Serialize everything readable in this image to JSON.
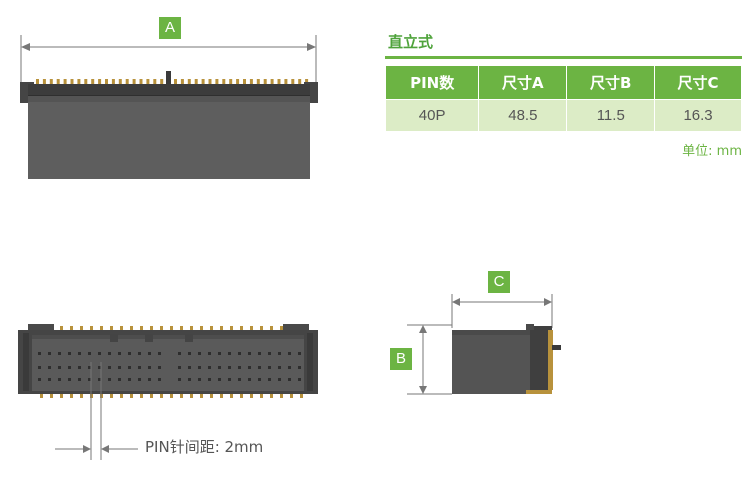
{
  "labels": {
    "a": "A",
    "b": "B",
    "c": "C"
  },
  "table": {
    "title": "直立式",
    "headers": [
      "PIN数",
      "尺寸A",
      "尺寸B",
      "尺寸C"
    ],
    "rows": [
      [
        "40P",
        "48.5",
        "11.5",
        "16.3"
      ]
    ],
    "unit_note": "单位: mm"
  },
  "pitch_label": "PIN针间距: 2mm",
  "colors": {
    "accent": "#6cb443",
    "table_cell": "#dcecc6",
    "body": "#5a5a5a",
    "pins": "#b8923c"
  }
}
